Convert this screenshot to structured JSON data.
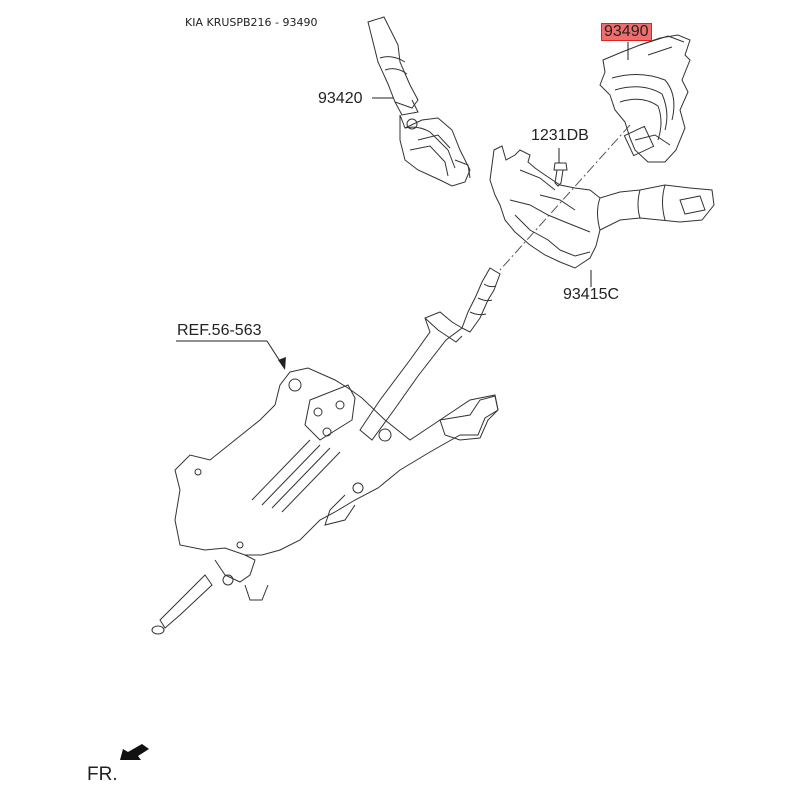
{
  "title": "KIA KRUSPB216 - 93490",
  "callouts": {
    "part_93490": "93490",
    "part_93420": "93420",
    "part_1231DB": "1231DB",
    "part_93415C": "93415C",
    "ref": "REF.56-563"
  },
  "direction_label": "FR.",
  "highlight_color": "#eb3c3c",
  "highlighted_part": "93490"
}
